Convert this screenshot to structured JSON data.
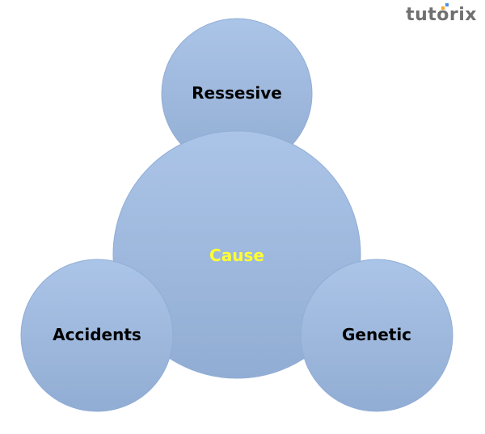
{
  "logo": "tutorix",
  "colors": {
    "circle": "#8eaedb",
    "circle_stroke": "#7d9fcf",
    "center_label": "#ffff33",
    "label": "#000000"
  },
  "diagram": {
    "center": "Cause",
    "nodes": [
      "Ressesive",
      "Accidents",
      "Genetic"
    ]
  }
}
